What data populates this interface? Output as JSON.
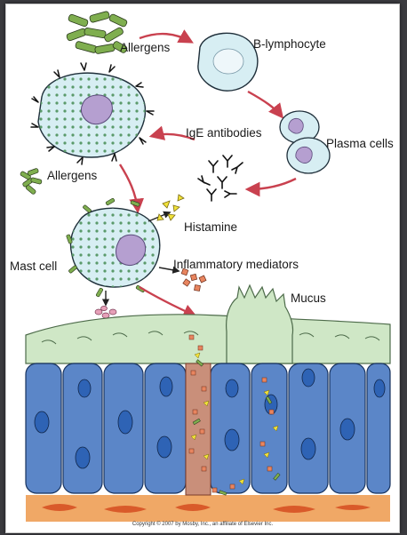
{
  "labels": {
    "allergens_top": "Allergens",
    "b_lymphocyte": "B-lymphocyte",
    "ige_antibodies": "IgE antibodies",
    "plasma_cells": "Plasma cells",
    "allergens_mid": "Allergens",
    "histamine": "Histamine",
    "mast_cell": "Mast cell",
    "inflammatory_mediators": "Inflammatory mediators",
    "mucus": "Mucus"
  },
  "copyright": "Copyright © 2007 by Mosby, Inc., an affiliate of Elsevier Inc.",
  "colors": {
    "cell_fill": "#d7eef3",
    "nucleus": "#b59fd0",
    "allergen_green": "#7fae4f",
    "epithelium": "#5b86c8",
    "epithelium_nucleus": "#2e63b5",
    "mucus_layer": "#cfe7c6",
    "basement": "#f0a866",
    "arrow_red": "#c9414f",
    "histamine_yellow": "#f1e23a",
    "mediator_orange": "#e8855f"
  }
}
